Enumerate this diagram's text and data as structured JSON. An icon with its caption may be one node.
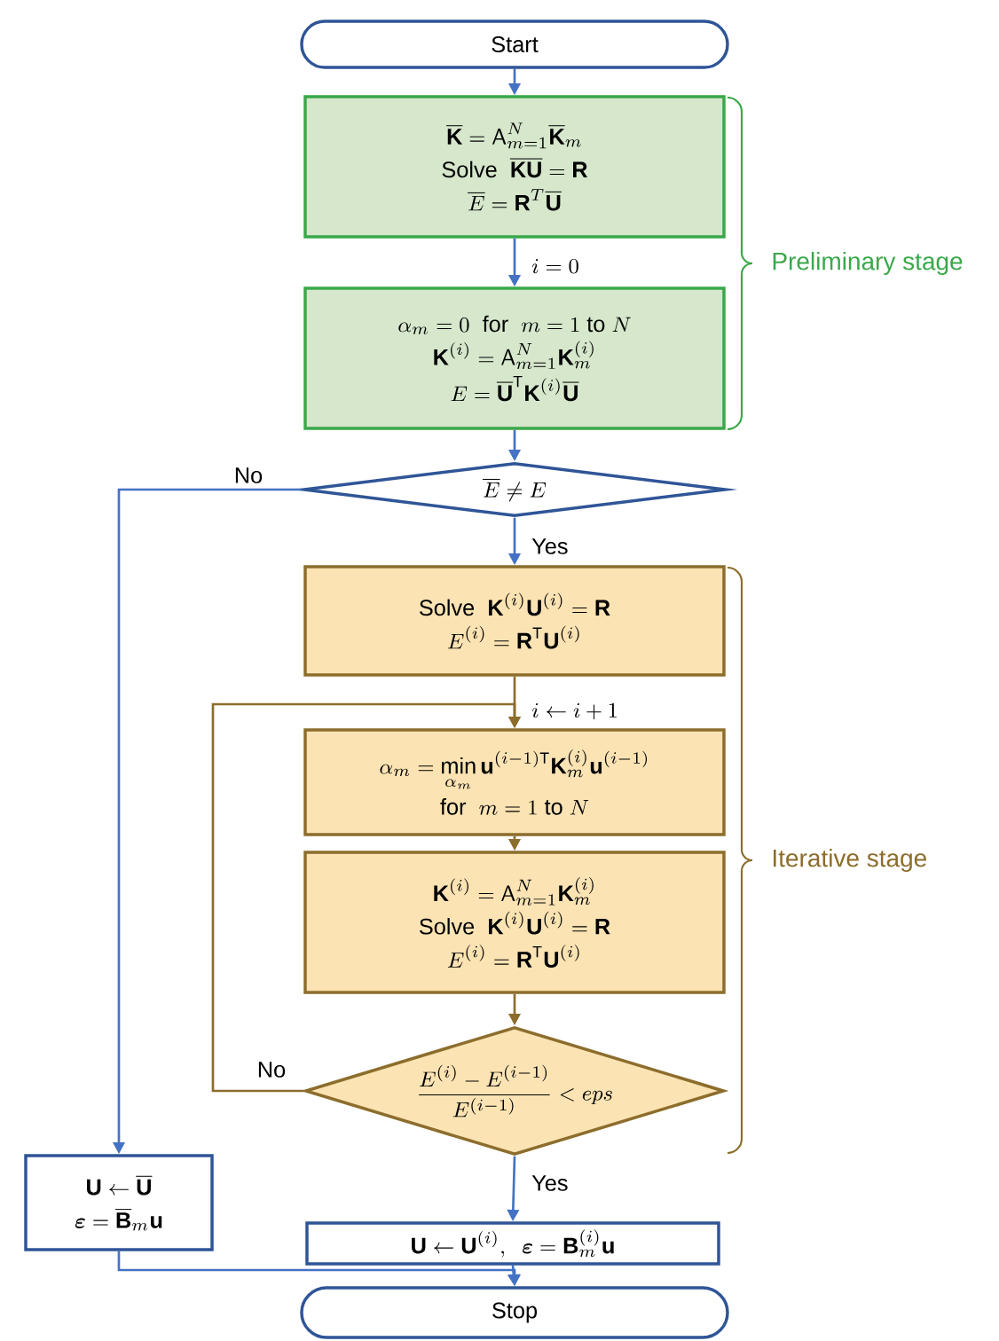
{
  "diagram": {
    "nodes": [
      {
        "text": [
          "Start"
        ]
      },
      {
        "text": [
          "\\overline{\\mathbf{K}}=\\mathsf{A}_{m=1}^{N}\\overline{\\mathbf{K}}_{m}",
          "\\text{Solve}\\ \\ \\overline{\\mathbf{K}}\\overline{\\mathbf{U}}=\\mathbf{R}",
          "\\overline{E}=\\mathbf{R}^{T}\\overline{\\mathbf{U}}"
        ]
      },
      {
        "text": [
          "\\alpha_{m}=0\\ \\text{ for }\\ m=1\\text{ to }N",
          "\\mathbf{K}^{(i)}=\\mathsf{A}_{m=1}^{N}\\mathbf{K}_{m}^{(i)}",
          "E=\\overline{\\mathbf{U}}^{\\mathrm{T}}\\mathbf{K}^{(i)}\\overline{\\mathbf{U}}"
        ]
      },
      {
        "text": [
          "\\overline{E}\\neq E"
        ]
      },
      {
        "text": [
          "\\text{Solve}\\ \\ \\mathbf{K}^{(i)}\\mathbf{U}^{(i)}=\\mathbf{R}",
          "E^{(i)}=\\mathbf{R}^{\\mathrm{T}}\\mathbf{U}^{(i)}"
        ]
      },
      {
        "text": [
          "\\alpha_{m}=\\min_{\\alpha_{m}}\\mathbf{u}^{(i-1)\\mathrm{T}}\\mathbf{K}_{m}^{(i)}\\mathbf{u}^{(i-1)}",
          "\\text{for }\\ m=1\\text{ to }N"
        ]
      },
      {
        "text": [
          "\\mathbf{K}^{(i)}=\\mathsf{A}_{m=1}^{N}\\mathbf{K}_{m}^{(i)}",
          "\\text{Solve}\\ \\ \\mathbf{K}^{(i)}\\mathbf{U}^{(i)}=\\mathbf{R}",
          "E^{(i)}=\\mathbf{R}^{\\mathrm{T}}\\mathbf{U}^{(i)}"
        ]
      },
      {
        "text": [
          "\\frac{E^{(i)}-E^{(i-1)}}{E^{(i-1)}}<eps"
        ]
      },
      {
        "text": [
          "\\mathbf{U}\\leftarrow\\overline{\\mathbf{U}}",
          "\\boldsymbol{\\varepsilon}=\\overline{\\mathbf{B}}_{m}\\mathbf{u}"
        ]
      },
      {
        "text": [
          "\\mathbf{U}\\leftarrow\\mathbf{U}^{(i)},\\ \\ \\boldsymbol{\\varepsilon}=\\mathbf{B}_{m}^{(i)}\\mathbf{u}"
        ]
      },
      {
        "text": [
          "Stop"
        ]
      }
    ],
    "edges": [
      {
        "from": 0,
        "to": 1,
        "arrow": "to"
      },
      {
        "from": 1,
        "to": 2,
        "arrow": "to",
        "label": "i=0"
      },
      {
        "from": 2,
        "to": 3,
        "arrow": "to"
      },
      {
        "from": 3,
        "to": 4,
        "arrow": "to",
        "label": "Yes"
      },
      {
        "from": 3,
        "to": 8,
        "arrow": "to",
        "label": "No"
      },
      {
        "from": 4,
        "to": 5,
        "arrow": "to",
        "label": "i\\leftarrow i+1",
        "color": "#8c6d2c"
      },
      {
        "from": 5,
        "to": 6,
        "arrow": "to",
        "color": "#8c6d2c"
      },
      {
        "from": 6,
        "to": 7,
        "arrow": "to",
        "color": "#8c6d2c"
      },
      {
        "from": 7,
        "to": 5,
        "arrow": "to",
        "label": "No",
        "color": "#8c6d2c"
      },
      {
        "from": 7,
        "to": 9,
        "arrow": "to",
        "label": "Yes"
      },
      {
        "from": 8,
        "to": 10,
        "arrow": "to"
      },
      {
        "from": 9,
        "to": 10,
        "arrow": "to"
      }
    ],
    "labels": [
      "Preliminary stage",
      "Iterative stage"
    ]
  }
}
